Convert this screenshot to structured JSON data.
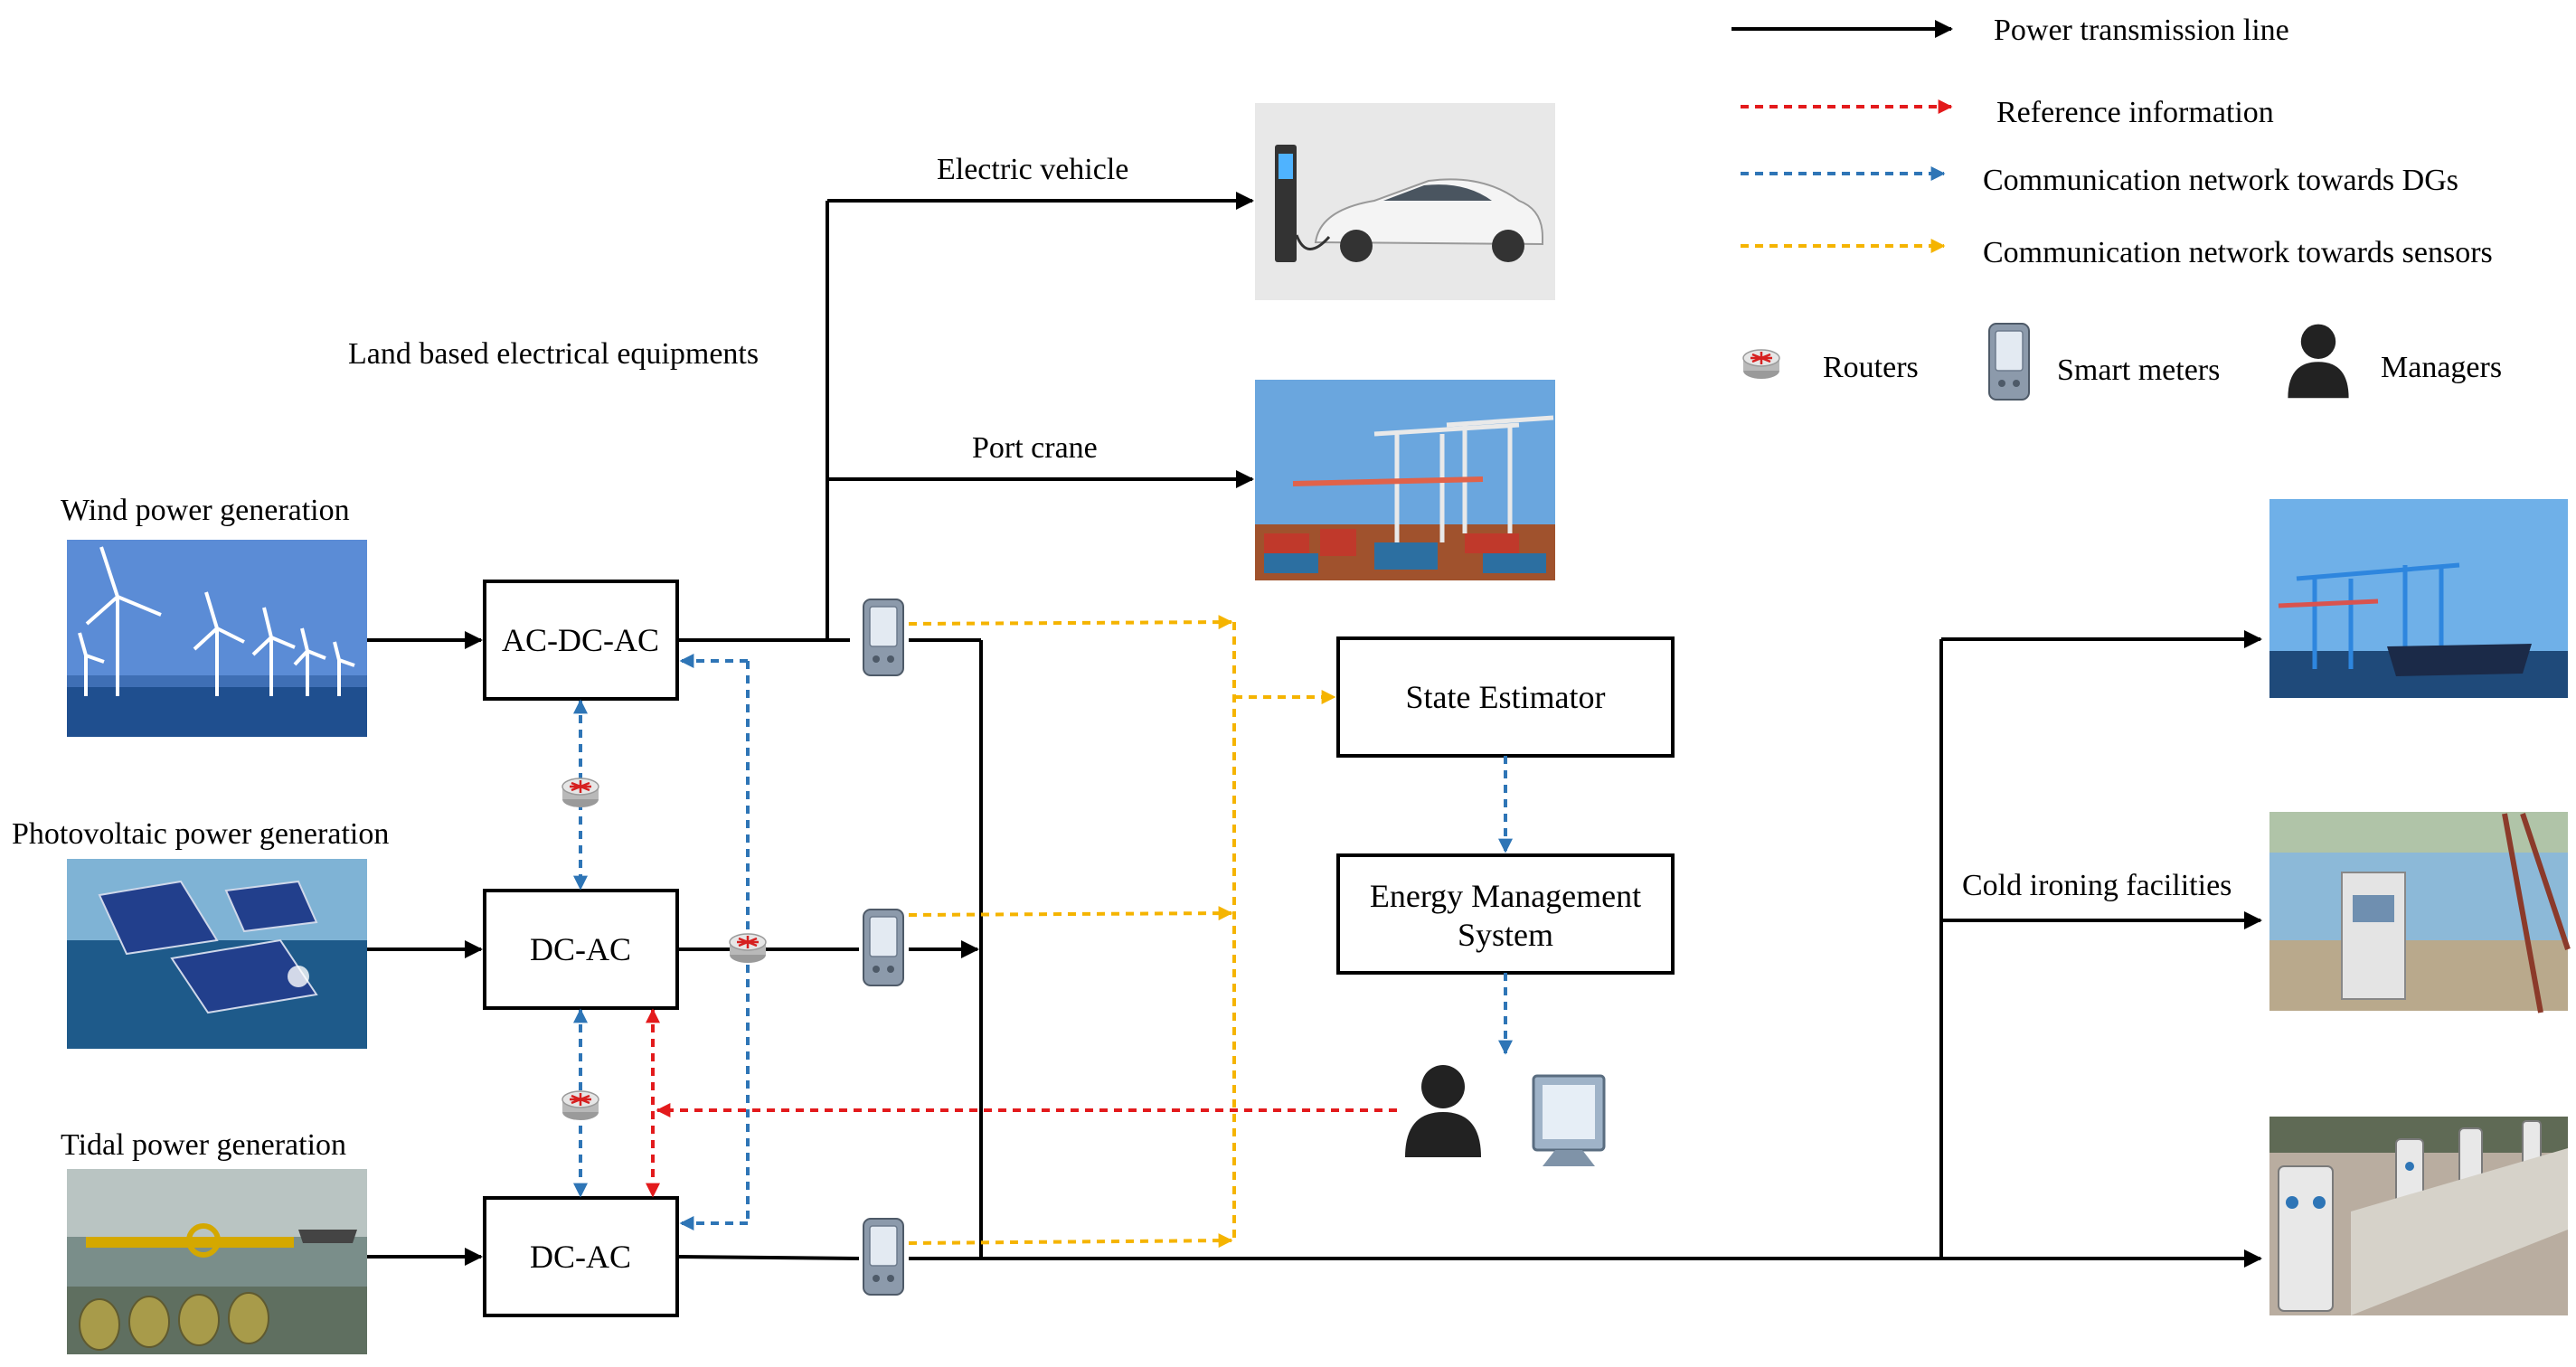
{
  "legend": {
    "power_line": "Power transmission line",
    "reference": "Reference information",
    "comm_dg": "Communication network towards DGs",
    "comm_sensors": "Communication network towards sensors",
    "routers": "Routers",
    "smart_meters": "Smart meters",
    "managers": "Managers"
  },
  "sources": {
    "wind": "Wind power generation",
    "pv": "Photovoltaic power generation",
    "tidal": "Tidal power generation"
  },
  "converters": {
    "ac_dc_ac": "AC-DC-AC",
    "dc_ac_1": "DC-AC",
    "dc_ac_2": "DC-AC"
  },
  "loads": {
    "land_based": "Land based electrical equipments",
    "ev": "Electric vehicle",
    "crane": "Port crane",
    "cold_ironing": "Cold ironing facilities"
  },
  "control": {
    "state_estimator": "State Estimator",
    "ems_line1": "Energy Management",
    "ems_line2": "System"
  },
  "colors": {
    "power": "#000000",
    "reference": "#e31a1c",
    "comm_dg": "#2e75b6",
    "comm_sensors": "#f5b400"
  }
}
